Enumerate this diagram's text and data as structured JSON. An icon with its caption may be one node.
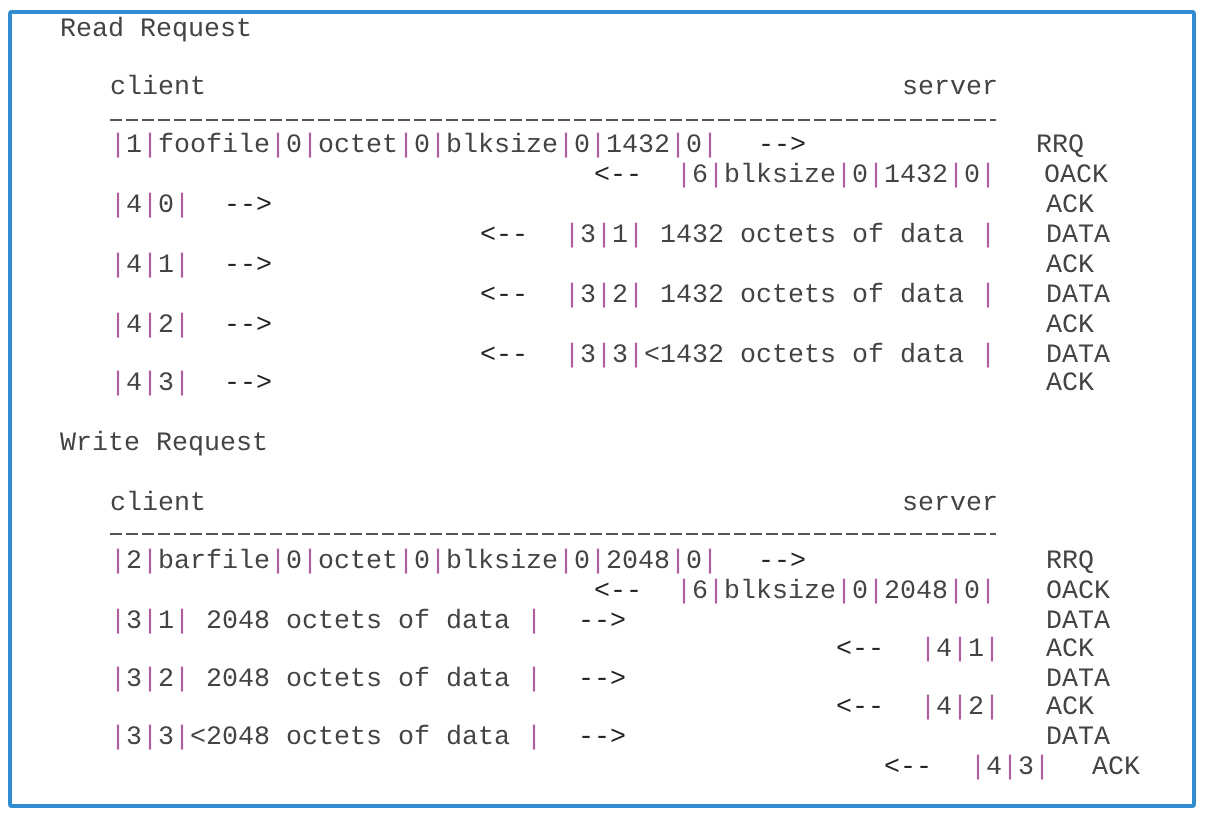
{
  "diagram": {
    "labels": [
      "Read Request",
      "client",
      "server",
      "|1|foofile|0|octet|0|blksize|0|1432|0|",
      "-->",
      "RRQ",
      "<--",
      "|6|blksize|0|1432|0|",
      "OACK",
      "|4|0|",
      "-->",
      "ACK",
      "<--",
      "|3|1| 1432 octets of data |",
      "DATA",
      "|4|1|",
      "-->",
      "ACK",
      "<--",
      "|3|2| 1432 octets of data |",
      "DATA",
      "|4|2|",
      "-->",
      "ACK",
      "<--",
      "|3|3|<1432 octets of data |",
      "DATA",
      "|4|3|",
      "-->",
      "ACK",
      "Write Request",
      "client",
      "server",
      "|2|barfile|0|octet|0|blksize|0|2048|0|",
      "-->",
      "RRQ",
      "<--",
      "|6|blksize|0|2048|0|",
      "OACK",
      "|3|1| 2048 octets of data |",
      "-->",
      "DATA",
      "<--",
      "|4|1|",
      "ACK",
      "|3|2| 2048 octets of data |",
      "-->",
      "DATA",
      "<--",
      "|4|2|",
      "ACK",
      "|3|3|<2048 octets of data |",
      "-->",
      "DATA",
      "<--",
      "|4|3|",
      "ACK"
    ]
  }
}
